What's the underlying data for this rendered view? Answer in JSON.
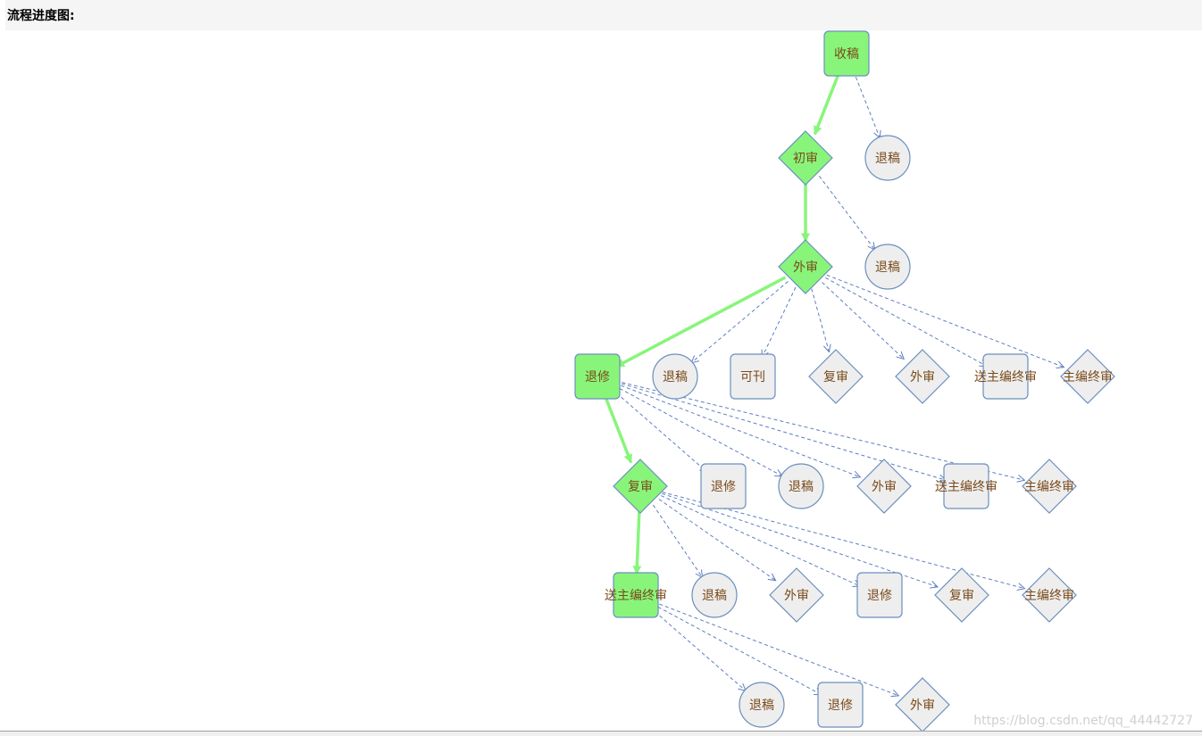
{
  "header": {
    "title": "流程进度图:"
  },
  "colors": {
    "done_fill": "#88f57a",
    "done_stroke": "#6b8fbf",
    "pending_fill": "#eeeeee",
    "pending_stroke": "#6b8fbf",
    "done_edge": "#88f57a",
    "pending_edge": "#5e7fbf",
    "label": "#7a4a1a"
  },
  "watermark": "https://blog.csdn.net/qq_44442727",
  "flow": {
    "nodes": [
      {
        "id": "n1",
        "label": "收稿",
        "shape": "rect",
        "done": true
      },
      {
        "id": "n2",
        "label": "初审",
        "shape": "diamond",
        "done": true
      },
      {
        "id": "n3",
        "label": "退稿",
        "shape": "circle",
        "done": false
      },
      {
        "id": "n4",
        "label": "外审",
        "shape": "diamond",
        "done": true
      },
      {
        "id": "n5",
        "label": "退稿",
        "shape": "circle",
        "done": false
      },
      {
        "id": "n6",
        "label": "退修",
        "shape": "rect",
        "done": true
      },
      {
        "id": "n7",
        "label": "退稿",
        "shape": "circle",
        "done": false
      },
      {
        "id": "n8",
        "label": "可刊",
        "shape": "rect",
        "done": false
      },
      {
        "id": "n9",
        "label": "复审",
        "shape": "diamond",
        "done": false
      },
      {
        "id": "n10",
        "label": "外审",
        "shape": "diamond",
        "done": false
      },
      {
        "id": "n11",
        "label": "送主编终审",
        "shape": "rect",
        "done": false
      },
      {
        "id": "n12",
        "label": "主编终审",
        "shape": "diamond",
        "done": false
      },
      {
        "id": "n13",
        "label": "复审",
        "shape": "diamond",
        "done": true
      },
      {
        "id": "n14",
        "label": "退修",
        "shape": "rect",
        "done": false
      },
      {
        "id": "n15",
        "label": "退稿",
        "shape": "circle",
        "done": false
      },
      {
        "id": "n16",
        "label": "外审",
        "shape": "diamond",
        "done": false
      },
      {
        "id": "n17",
        "label": "送主编终审",
        "shape": "rect",
        "done": false
      },
      {
        "id": "n18",
        "label": "主编终审",
        "shape": "diamond",
        "done": false
      },
      {
        "id": "n19",
        "label": "送主编终审",
        "shape": "rect",
        "done": true
      },
      {
        "id": "n20",
        "label": "退稿",
        "shape": "circle",
        "done": false
      },
      {
        "id": "n21",
        "label": "外审",
        "shape": "diamond",
        "done": false
      },
      {
        "id": "n22",
        "label": "退修",
        "shape": "rect",
        "done": false
      },
      {
        "id": "n23",
        "label": "复审",
        "shape": "diamond",
        "done": false
      },
      {
        "id": "n24",
        "label": "主编终审",
        "shape": "diamond",
        "done": false
      },
      {
        "id": "n25",
        "label": "退稿",
        "shape": "circle",
        "done": false
      },
      {
        "id": "n26",
        "label": "退修",
        "shape": "rect",
        "done": false
      },
      {
        "id": "n27",
        "label": "外审",
        "shape": "diamond",
        "done": false
      }
    ],
    "edges": [
      {
        "from": "n1",
        "to": "n2",
        "done": true
      },
      {
        "from": "n1",
        "to": "n3",
        "done": false
      },
      {
        "from": "n2",
        "to": "n4",
        "done": true
      },
      {
        "from": "n2",
        "to": "n5",
        "done": false
      },
      {
        "from": "n4",
        "to": "n6",
        "done": true
      },
      {
        "from": "n4",
        "to": "n7",
        "done": false
      },
      {
        "from": "n4",
        "to": "n8",
        "done": false
      },
      {
        "from": "n4",
        "to": "n9",
        "done": false
      },
      {
        "from": "n4",
        "to": "n10",
        "done": false
      },
      {
        "from": "n4",
        "to": "n11",
        "done": false
      },
      {
        "from": "n4",
        "to": "n12",
        "done": false
      },
      {
        "from": "n6",
        "to": "n13",
        "done": true
      },
      {
        "from": "n6",
        "to": "n14",
        "done": false
      },
      {
        "from": "n6",
        "to": "n15",
        "done": false
      },
      {
        "from": "n6",
        "to": "n16",
        "done": false
      },
      {
        "from": "n6",
        "to": "n17",
        "done": false
      },
      {
        "from": "n6",
        "to": "n18",
        "done": false
      },
      {
        "from": "n13",
        "to": "n19",
        "done": true
      },
      {
        "from": "n13",
        "to": "n20",
        "done": false
      },
      {
        "from": "n13",
        "to": "n21",
        "done": false
      },
      {
        "from": "n13",
        "to": "n22",
        "done": false
      },
      {
        "from": "n13",
        "to": "n23",
        "done": false
      },
      {
        "from": "n13",
        "to": "n24",
        "done": false
      },
      {
        "from": "n19",
        "to": "n25",
        "done": false
      },
      {
        "from": "n19",
        "to": "n26",
        "done": false
      },
      {
        "from": "n19",
        "to": "n27",
        "done": false
      }
    ]
  }
}
